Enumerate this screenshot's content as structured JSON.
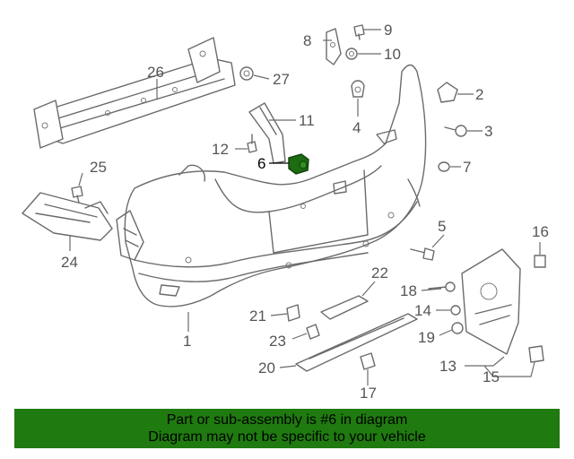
{
  "callouts": [
    {
      "id": "c1",
      "text": "1"
    },
    {
      "id": "c2",
      "text": "2"
    },
    {
      "id": "c3",
      "text": "3"
    },
    {
      "id": "c4",
      "text": "4"
    },
    {
      "id": "c5",
      "text": "5"
    },
    {
      "id": "c6",
      "text": "6",
      "highlighted": true
    },
    {
      "id": "c7",
      "text": "7"
    },
    {
      "id": "c8",
      "text": "8"
    },
    {
      "id": "c9",
      "text": "9"
    },
    {
      "id": "c10",
      "text": "10"
    },
    {
      "id": "c11",
      "text": "11"
    },
    {
      "id": "c12",
      "text": "12"
    },
    {
      "id": "c13",
      "text": "13"
    },
    {
      "id": "c14",
      "text": "14"
    },
    {
      "id": "c15",
      "text": "15"
    },
    {
      "id": "c16",
      "text": "16"
    },
    {
      "id": "c17",
      "text": "17"
    },
    {
      "id": "c18",
      "text": "18"
    },
    {
      "id": "c19",
      "text": "19"
    },
    {
      "id": "c20",
      "text": "20"
    },
    {
      "id": "c21",
      "text": "21"
    },
    {
      "id": "c22",
      "text": "22"
    },
    {
      "id": "c23",
      "text": "23"
    },
    {
      "id": "c24",
      "text": "24"
    },
    {
      "id": "c25",
      "text": "25"
    },
    {
      "id": "c26",
      "text": "26"
    },
    {
      "id": "c27",
      "text": "27"
    }
  ],
  "banner": {
    "line1": "Part or sub-assembly is #6 in diagram",
    "line2": "Diagram may not be specific to your vehicle",
    "color": "#1f7a0f"
  },
  "colors": {
    "line": "#6b6b6b",
    "highlight_part": "#1d6b12"
  }
}
